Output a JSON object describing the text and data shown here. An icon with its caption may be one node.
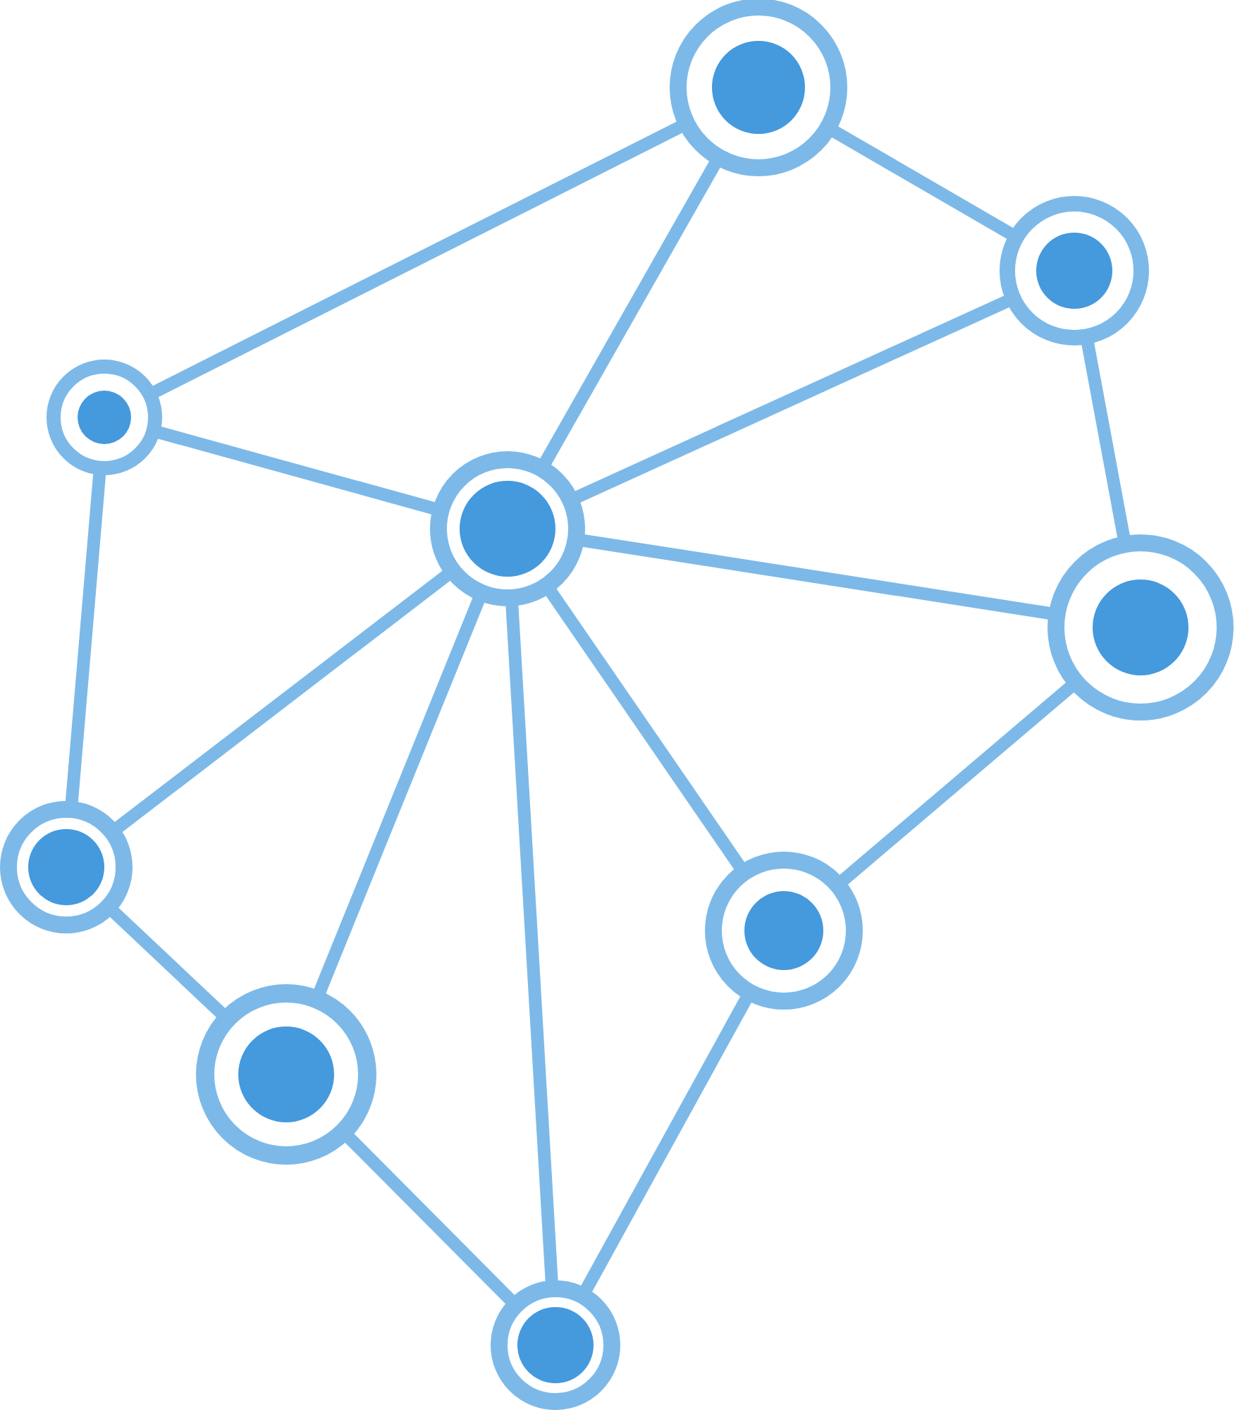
{
  "diagram": {
    "nodes": [
      {
        "text": [],
        "shape": "circle"
      },
      {
        "text": [],
        "shape": "circle"
      },
      {
        "text": [],
        "shape": "circle"
      },
      {
        "text": [],
        "shape": "circle"
      },
      {
        "text": [],
        "shape": "circle"
      },
      {
        "text": [],
        "shape": "circle"
      },
      {
        "text": [],
        "shape": "circle"
      },
      {
        "text": [],
        "shape": "circle"
      },
      {
        "text": [],
        "shape": "circle"
      }
    ],
    "edges": [
      {
        "from": 0,
        "to": 1,
        "arrow": "none"
      },
      {
        "from": 0,
        "to": 2,
        "arrow": "none"
      },
      {
        "from": 0,
        "to": 3,
        "arrow": "none"
      },
      {
        "from": 1,
        "to": 3,
        "arrow": "none"
      },
      {
        "from": 1,
        "to": 4,
        "arrow": "none"
      },
      {
        "from": 2,
        "to": 3,
        "arrow": "none"
      },
      {
        "from": 2,
        "to": 5,
        "arrow": "none"
      },
      {
        "from": 3,
        "to": 4,
        "arrow": "none"
      },
      {
        "from": 3,
        "to": 5,
        "arrow": "none"
      },
      {
        "from": 3,
        "to": 7,
        "arrow": "none"
      },
      {
        "from": 3,
        "to": 8,
        "arrow": "none"
      },
      {
        "from": 3,
        "to": 6,
        "arrow": "none"
      },
      {
        "from": 4,
        "to": 6,
        "arrow": "none"
      },
      {
        "from": 5,
        "to": 7,
        "arrow": "none"
      },
      {
        "from": 7,
        "to": 8,
        "arrow": "none"
      },
      {
        "from": 6,
        "to": 8,
        "arrow": "none"
      }
    ]
  }
}
